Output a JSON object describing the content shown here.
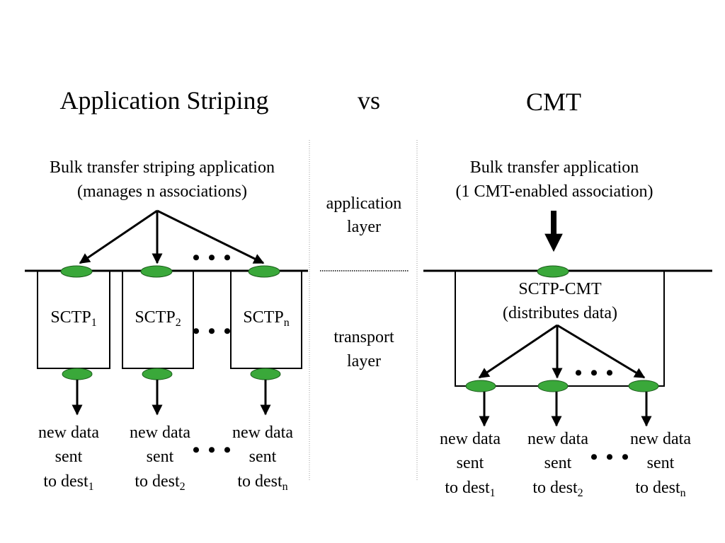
{
  "titles": {
    "left": "Application Striping",
    "middle": "vs",
    "right": "CMT"
  },
  "layers": {
    "application_line1": "application",
    "application_line2": "layer",
    "transport_line1": "transport",
    "transport_line2": "layer"
  },
  "left_panel": {
    "app_line1": "Bulk transfer striping application",
    "app_line2": "(manages n associations)",
    "boxes": [
      {
        "base": "SCTP",
        "sub": "1"
      },
      {
        "base": "SCTP",
        "sub": "2"
      },
      {
        "base": "SCTP",
        "sub": "n"
      }
    ],
    "outputs": [
      {
        "line1": "new data",
        "line2": "sent",
        "line3_base": "to dest",
        "line3_sub": "1"
      },
      {
        "line1": "new data",
        "line2": "sent",
        "line3_base": "to dest",
        "line3_sub": "2"
      },
      {
        "line1": "new data",
        "line2": "sent",
        "line3_base": "to dest",
        "line3_sub": "n"
      }
    ],
    "ellipsis": "• • •"
  },
  "right_panel": {
    "app_line1": "Bulk transfer application",
    "app_line2": "(1 CMT-enabled association)",
    "box_line1": "SCTP-CMT",
    "box_line2": "(distributes data)",
    "outputs": [
      {
        "line1": "new data",
        "line2": "sent",
        "line3_base": "to dest",
        "line3_sub": "1"
      },
      {
        "line1": "new data",
        "line2": "sent",
        "line3_base": "to dest",
        "line3_sub": "2"
      },
      {
        "line1": "new data",
        "line2": "sent",
        "line3_base": "to dest",
        "line3_sub": "n"
      }
    ],
    "ellipsis": "• • •"
  },
  "colors": {
    "endpoint_fill": "#3aa83a",
    "endpoint_stroke": "#1a5c1a",
    "line": "#000000",
    "separator": "#9a9a9a"
  }
}
